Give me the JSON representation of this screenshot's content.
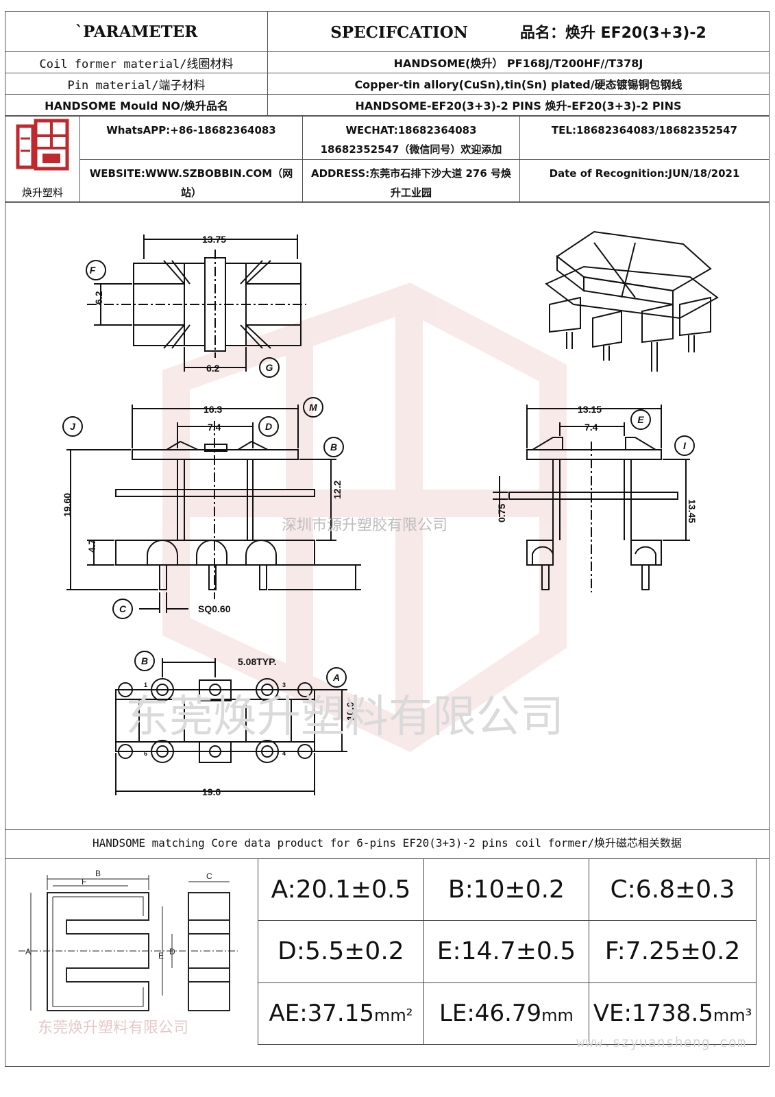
{
  "header": {
    "parameter_label": "`PARAMETER",
    "spec_label": "SPECIFCATION",
    "product_name": "品名：焕升 EF20(3+3)-2",
    "rows": [
      {
        "label": "Coil former material/线圈材料",
        "value": "HANDSOME(焕升）  PF168J/T200HF//T378J"
      },
      {
        "label": "Pin material/端子材料",
        "value": "Copper-tin allory(CuSn),tin(Sn) plated/硬态镀锡铜包钢线"
      },
      {
        "label": "HANDSOME Mould NO/焕升品名",
        "value": "HANDSOME-EF20(3+3)-2 PINS    焕升-EF20(3+3)-2 PINS"
      }
    ]
  },
  "contact": {
    "logo_text": "焕升塑料",
    "whatsapp": "WhatsAPP:+86-18682364083",
    "wechat": "WECHAT:18682364083 18682352547（微信同号）欢迎添加",
    "tel": "TEL:18682364083/18682352547",
    "website": "WEBSITE:WWW.SZBOBBIN.COM（网站）",
    "address": "ADDRESS:东莞市石排下沙大道 276 号焕升工业园",
    "date": "Date of Recognition:JUN/18/2021"
  },
  "drawing": {
    "top_view": {
      "width": "13.75",
      "height": "6.2",
      "center": "6.2",
      "label_f": "F",
      "label_g": "G"
    },
    "front_view": {
      "width": "16.3",
      "inner": "7.4",
      "height": "19.60",
      "h2": "12.2",
      "base": "4.7",
      "pin": "SQ0.60",
      "label_j": "J",
      "label_d": "D",
      "label_m": "M",
      "label_b": "B",
      "label_c": "C"
    },
    "side_view": {
      "width": "13.15",
      "inner": "7.4",
      "height": "13.45",
      "flange": "0.75",
      "label_e": "E",
      "label_i": "I"
    },
    "bottom_view": {
      "pitch": "5.08TYP.",
      "row": "10.0",
      "width": "19.0",
      "label_b": "B",
      "label_a": "A",
      "pins": [
        "1",
        "3",
        "6",
        "4"
      ]
    },
    "watermark_small": "深圳市源升塑胶有限公司",
    "watermark_large": "东莞焕升塑料有限公司"
  },
  "matching_title": "HANDSOME matching Core data  product for 6-pins EF20(3+3)-2 pins coil former/焕升磁芯相关数据",
  "core_labels": {
    "a": "A",
    "b": "B",
    "c": "C",
    "d": "D",
    "e": "E",
    "f": "F"
  },
  "core_watermark": "东莞焕升塑料有限公司",
  "core_values": [
    [
      "A:20.1±0.5",
      "B:10±0.2",
      "C:6.8±0.3"
    ],
    [
      "D:5.5±0.2",
      "E:14.7±0.5",
      "F:7.25±0.2"
    ]
  ],
  "core_params": [
    {
      "label": "AE:37.15",
      "unit": "mm²"
    },
    {
      "label": "LE:46.79",
      "unit": "mm"
    },
    {
      "label": "VE:1738.5",
      "unit": "mm³"
    }
  ],
  "footer_url": "www.szyuansheng.com",
  "colors": {
    "logo_red": "#c0282d",
    "watermark": "#e8b4b4",
    "border": "#555555"
  }
}
